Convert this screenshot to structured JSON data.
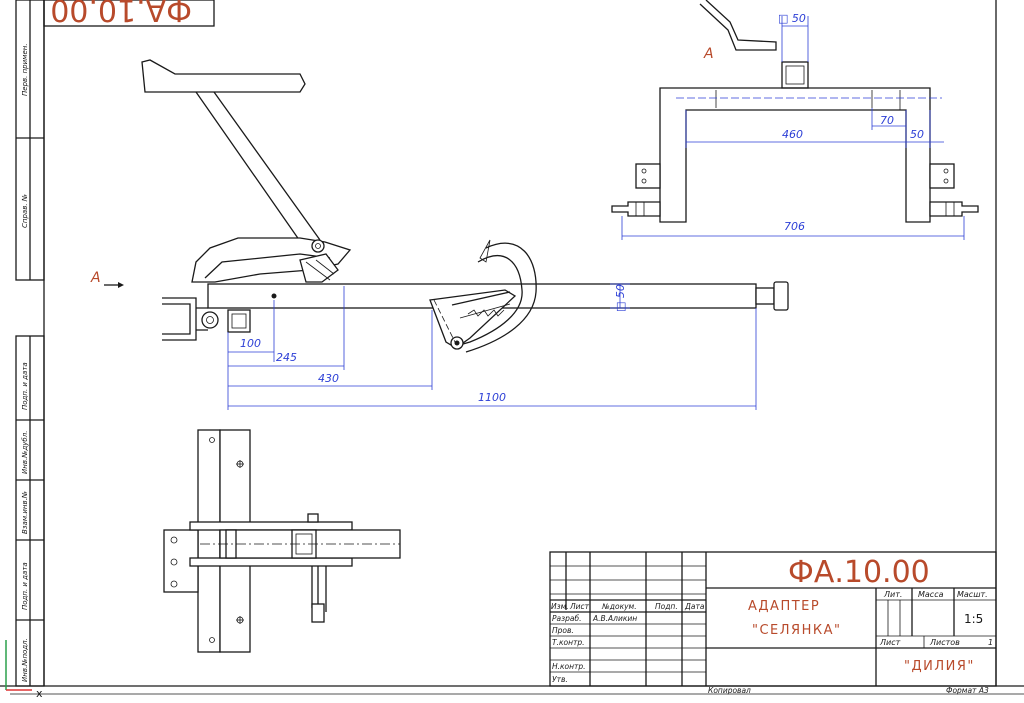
{
  "stamp_top": "ФА.10.00",
  "title_block": {
    "designation": "ФА.10.00",
    "name_line1": "АДАПТЕР",
    "name_line2": "\"СЕЛЯНКА\"",
    "company": "\"ДИЛИЯ\"",
    "scale": "1:5",
    "sheet_label": "Лист",
    "sheets_label": "Листов",
    "sheets_count": "1",
    "letter_label": "Лит.",
    "mass_label": "Масса",
    "scale_label": "Масшт.",
    "col_headers": [
      "Изм.",
      "Лист",
      "№докум.",
      "Подп.",
      "Дата"
    ],
    "roles": [
      "Разраб.",
      "Пров.",
      "Т.контр.",
      "",
      "Н.контр.",
      "Утв."
    ],
    "developer": "А.В.Аликин"
  },
  "footer": {
    "copied": "Копировал",
    "format": "Формат А3"
  },
  "side_strip": [
    "Перв. примен.",
    "Справ. №",
    "Подп. и дата",
    "Инв.№дубл.",
    "Взам.инв.№",
    "Подп. и дата",
    "Инв.№подл."
  ],
  "view_labels": {
    "arrow_a": "А",
    "view_a": "А"
  },
  "dimensions": {
    "side_view": [
      "100",
      "245",
      "430",
      "1100",
      "□ 50"
    ],
    "top_view": [
      "□ 50",
      "460",
      "70",
      "50",
      "706"
    ]
  },
  "axis_letter": "x",
  "colors": {
    "ink": "#1a1a1a",
    "dimension": "#2c3fd6",
    "title_red": "#b84a2b"
  }
}
